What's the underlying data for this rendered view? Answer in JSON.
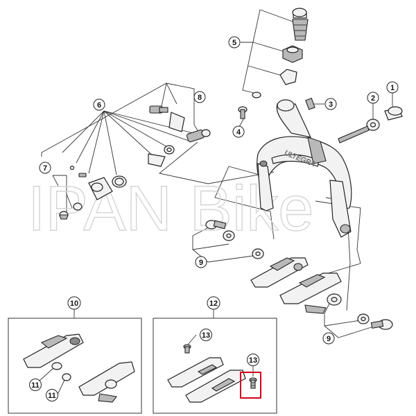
{
  "watermark": "IPAN Bike",
  "brand_mark": "ULTEGRA",
  "callouts": {
    "c1": "1",
    "c2": "2",
    "c3": "3",
    "c4": "4",
    "c5": "5",
    "c6": "6",
    "c7": "7",
    "c8": "8",
    "c9a": "9",
    "c9b": "9",
    "c10": "10",
    "c11a": "11",
    "c11b": "11",
    "c12": "12",
    "c13a": "13",
    "c13b": "13"
  },
  "colors": {
    "highlight": "#d0021b",
    "line": "#333333",
    "watermark": "#d4d4d4"
  }
}
